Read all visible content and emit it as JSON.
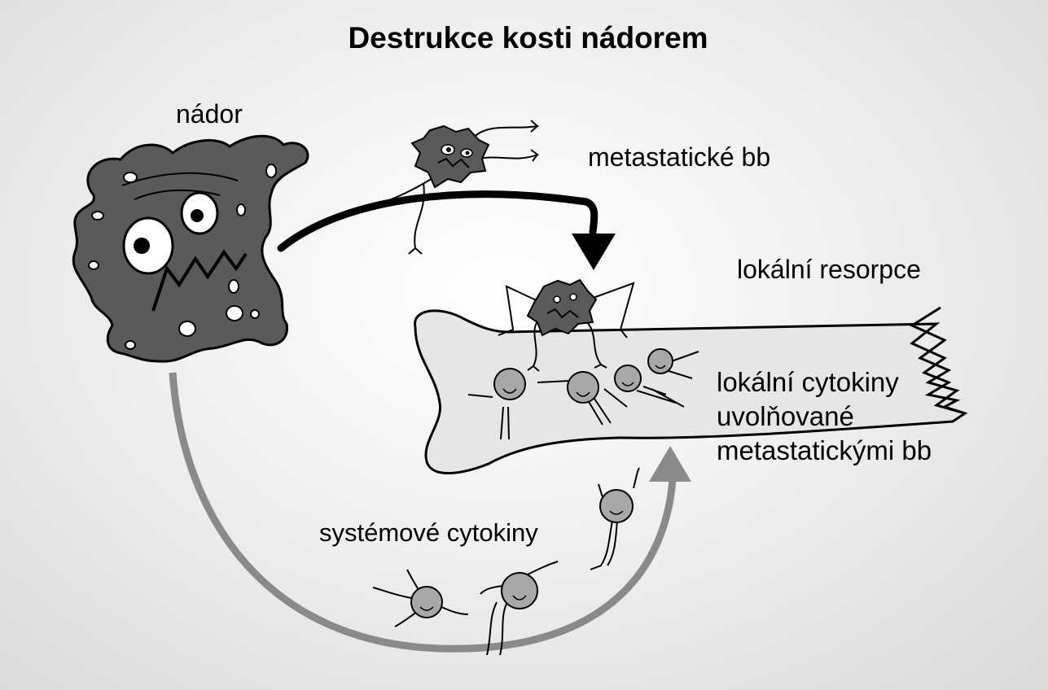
{
  "title": "Destrukce kosti nádorem",
  "labels": {
    "tumor": "nádor",
    "metastatic_cells": "metastatické bb",
    "local_resorption": "lokální resorpce",
    "local_cytokines_1": "lokální cytokiny",
    "local_cytokines_2": "uvolňované",
    "local_cytokines_3": "metastatickými bb",
    "systemic_cytokines": "systémové cytokiny"
  },
  "colors": {
    "tumor_fill": "#5a5a5a",
    "bone_fill": "#e6e6e6",
    "cytokine_fill": "#a8a8a8",
    "black_arrow": "#000000",
    "gray_arrow": "#8a8a8a"
  }
}
